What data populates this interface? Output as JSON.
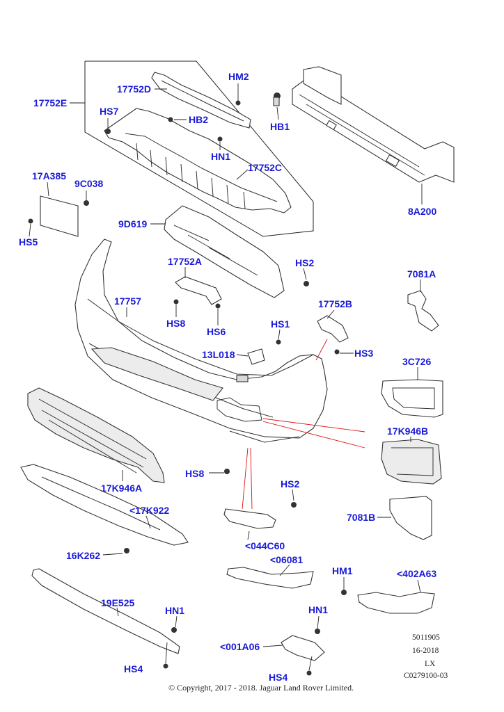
{
  "callouts": {
    "c17752E": "17752E",
    "c17752D": "17752D",
    "cHM2": "HM2",
    "cHS7": "HS7",
    "cHB2": "HB2",
    "cHN1_top": "HN1",
    "c17752C": "17752C",
    "cHB1": "HB1",
    "c8A200": "8A200",
    "c17A385": "17A385",
    "c9C038": "9C038",
    "cHS5": "HS5",
    "c9D619": "9D619",
    "c17752A": "17752A",
    "cHS2_top": "HS2",
    "c7081A": "7081A",
    "c17757": "17757",
    "cHS8_top": "HS8",
    "cHS6": "HS6",
    "cHS1": "HS1",
    "c17752B": "17752B",
    "c13L018": "13L018",
    "cHS3": "HS3",
    "c3C726": "3C726",
    "c17K946B": "17K946B",
    "cHS8_mid": "HS8",
    "c17K946A": "17K946A",
    "cHS2_mid": "HS2",
    "c7081B": "7081B",
    "c17K922": "<17K922",
    "c044C60": "<044C60",
    "c16K262": "16K262",
    "c06081": "<06081",
    "cHM1": "HM1",
    "c402A63": "<402A63",
    "c19E525": "19E525",
    "cHN1_left": "HN1",
    "cHN1_right": "HN1",
    "c001A06": "<001A06",
    "cHS4_left": "HS4",
    "cHS4_right": "HS4"
  },
  "metadata": {
    "line1": "5011905",
    "line2": "16-2018",
    "line3": "LX",
    "line4": "C0279100-03"
  },
  "copyright": "© Copyright, 2017 - 2018. Jaguar Land Rover Limited.",
  "colors": {
    "callout": "#1a1ad8",
    "leader_red": "#d11111",
    "line": "#333333"
  }
}
